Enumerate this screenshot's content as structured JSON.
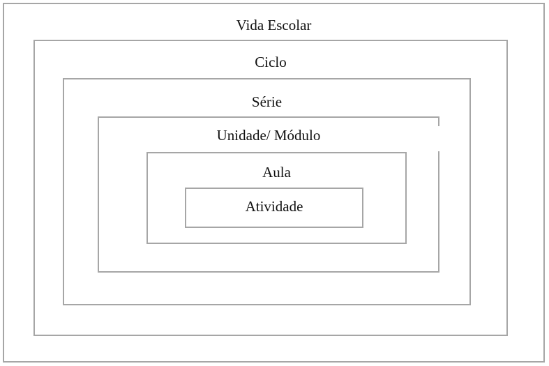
{
  "diagram": {
    "levels": [
      {
        "id": "vida-escolar",
        "label": "Vida Escolar"
      },
      {
        "id": "ciclo",
        "label": "Ciclo"
      },
      {
        "id": "serie",
        "label": "Série"
      },
      {
        "id": "unidade-modulo",
        "label": "Unidade/ Módulo"
      },
      {
        "id": "aula",
        "label": "Aula"
      },
      {
        "id": "atividade",
        "label": "Atividade"
      }
    ],
    "colors": {
      "border": "#a6a6a6",
      "background": "#ffffff",
      "text": "#111111"
    }
  }
}
